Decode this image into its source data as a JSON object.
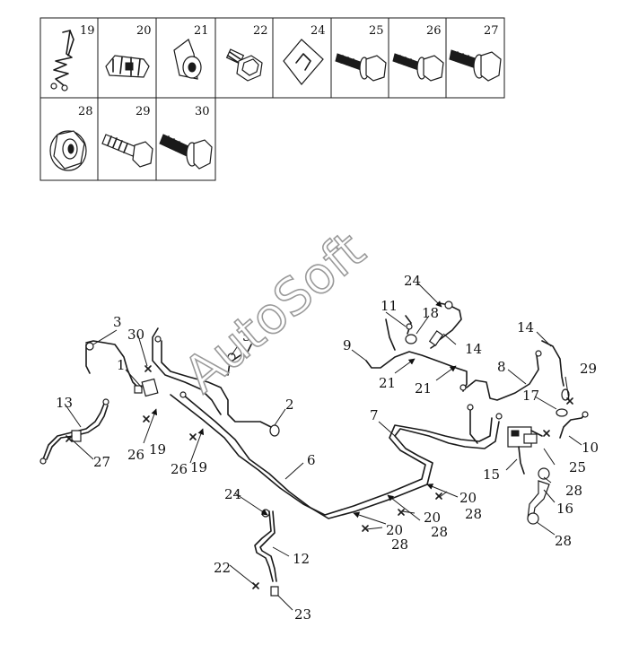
{
  "watermark": "AutoSoft",
  "catalog": {
    "row1": [
      "19",
      "20",
      "21",
      "22",
      "24",
      "25",
      "26",
      "27"
    ],
    "row2": [
      "28",
      "29",
      "30"
    ]
  },
  "callouts": {
    "c1": "1",
    "c2": "2",
    "c3": "3",
    "c5": "5",
    "c6": "6",
    "c7": "7",
    "c8": "8",
    "c9": "9",
    "c10": "10",
    "c11": "11",
    "c12": "12",
    "c13": "13",
    "c14a": "14",
    "c14b": "14",
    "c15": "15",
    "c16": "16",
    "c17": "17",
    "c18": "18",
    "c19a": "19",
    "c19b": "19",
    "c20a": "20",
    "c20b": "20",
    "c20c": "20",
    "c21a": "21",
    "c21b": "21",
    "c22": "22",
    "c23": "23",
    "c24a": "24",
    "c24b": "24",
    "c25": "25",
    "c26a": "26",
    "c26b": "26",
    "c27": "27",
    "c28a": "28",
    "c28b": "28",
    "c28c": "28",
    "c28d": "28",
    "c29": "29",
    "c30": "30"
  }
}
